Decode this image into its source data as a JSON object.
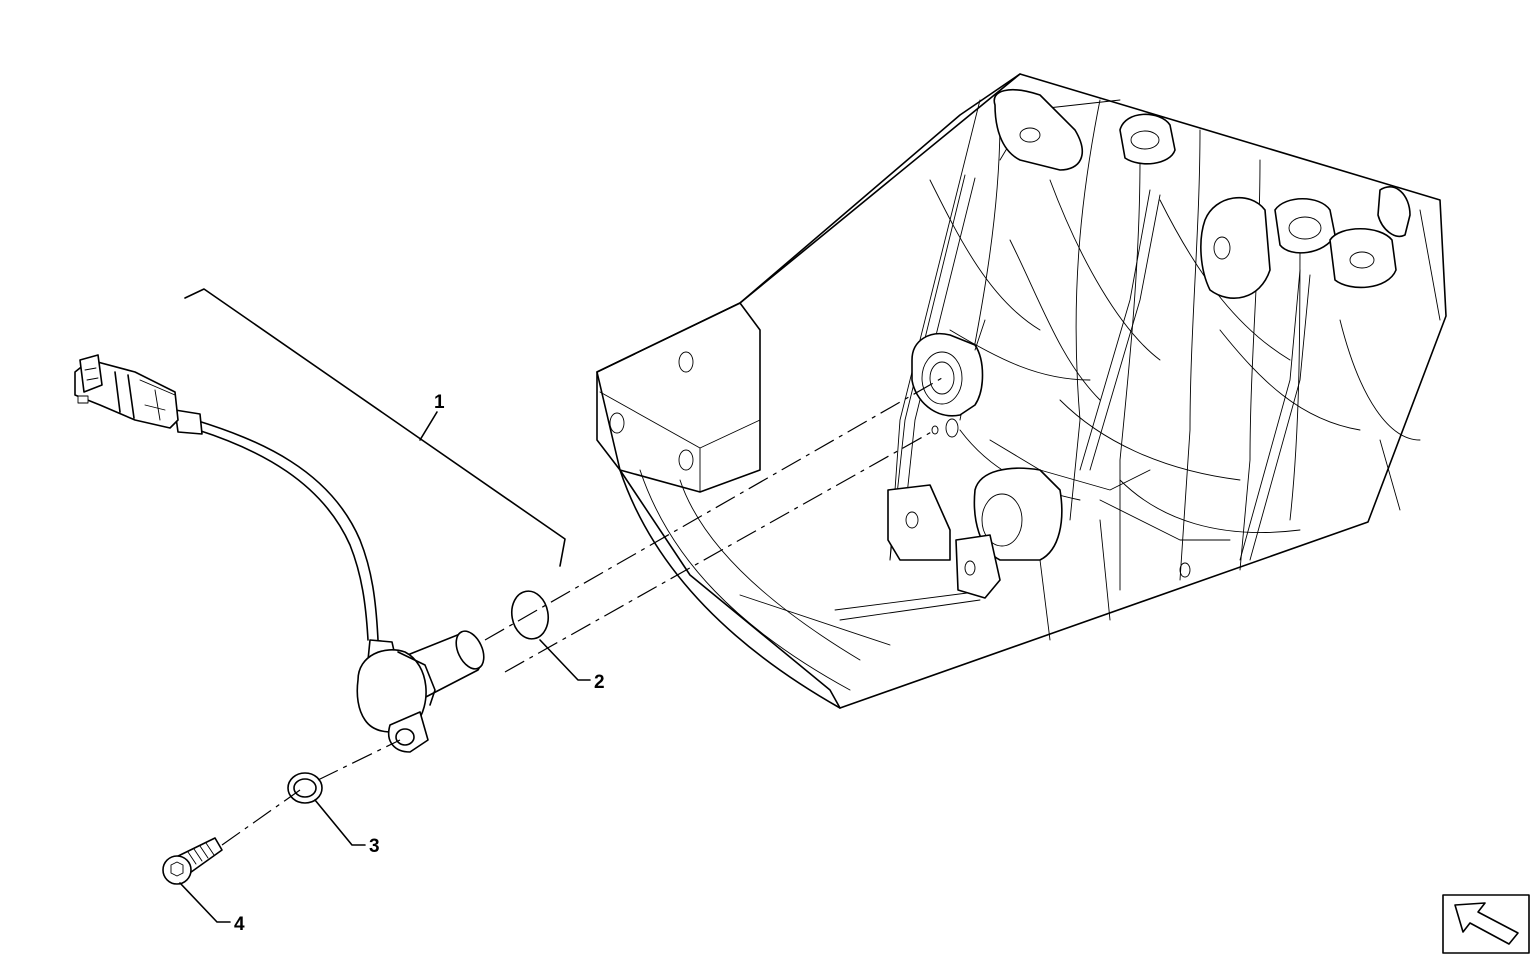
{
  "callouts": [
    {
      "id": "1",
      "label": "1"
    },
    {
      "id": "2",
      "label": "2"
    },
    {
      "id": "3",
      "label": "3"
    },
    {
      "id": "4",
      "label": "4"
    }
  ],
  "orientation_icon": "arrow-up-left-icon"
}
